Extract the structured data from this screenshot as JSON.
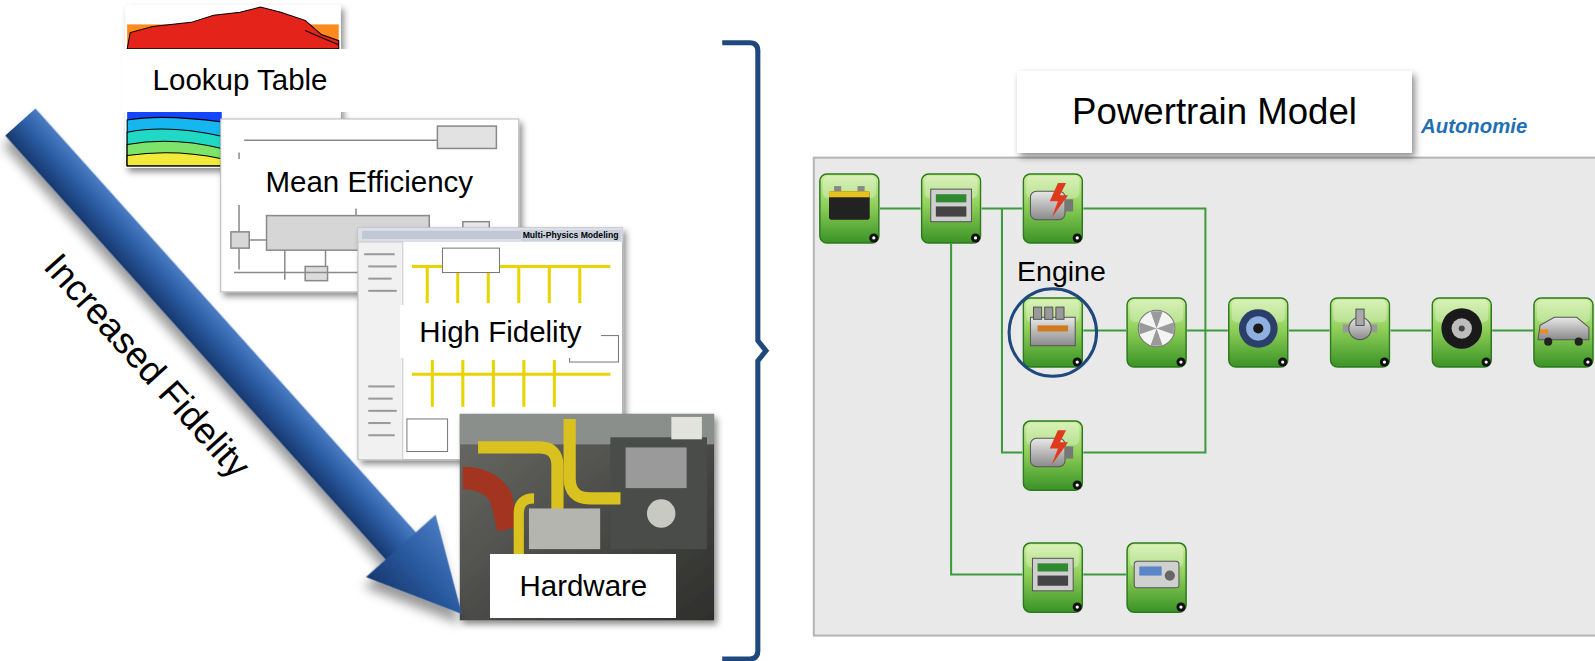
{
  "diagram": {
    "nodes": [
      {
        "text": [
          "Lookup Table"
        ]
      },
      {
        "text": [
          "Mean Efficiency"
        ]
      },
      {
        "text": [
          "High Fidelity"
        ]
      },
      {
        "text": [
          "Hardware"
        ]
      },
      {
        "text": [
          "Powertrain Model"
        ]
      },
      {
        "text": [
          "Engine"
        ]
      }
    ],
    "labels": [
      "Multi-Physics Modeling",
      "Increased Fidelity",
      "Autonomie"
    ]
  }
}
